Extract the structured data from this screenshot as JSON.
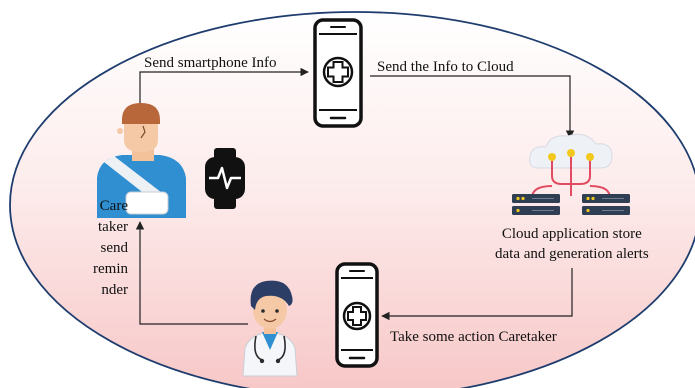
{
  "labels": {
    "send_smartphone_info": "Send smartphone Info",
    "send_info_cloud": "Send the Info to Cloud",
    "cloud_store_line1": "Cloud application store",
    "cloud_store_line2": "data and generation alerts",
    "take_action": "Take some action Caretaker",
    "caretaker_lines": [
      "Care",
      "taker",
      "send",
      "remin",
      "nder"
    ]
  },
  "icons": {
    "patient": "injured-patient-icon",
    "watch": "smartwatch-icon",
    "phone_top": "medical-smartphone-icon",
    "cloud": "cloud-server-icon",
    "phone_bottom": "medical-smartphone-icon",
    "doctor": "doctor-icon"
  },
  "colors": {
    "background_top": "#ffffff",
    "background_bottom": "#f7c6c6",
    "outline": "#1e3d6e",
    "arrow": "#222222"
  }
}
